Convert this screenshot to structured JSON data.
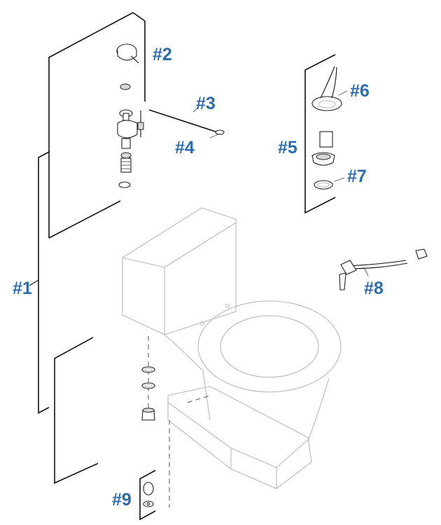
{
  "accent_color": "#2b6cb0",
  "callouts": {
    "part1": "#1",
    "part2": "#2",
    "part3": "#3",
    "part4": "#4",
    "part5": "#5",
    "part6": "#6",
    "part7": "#7",
    "part8": "#8",
    "part9": "#9"
  }
}
